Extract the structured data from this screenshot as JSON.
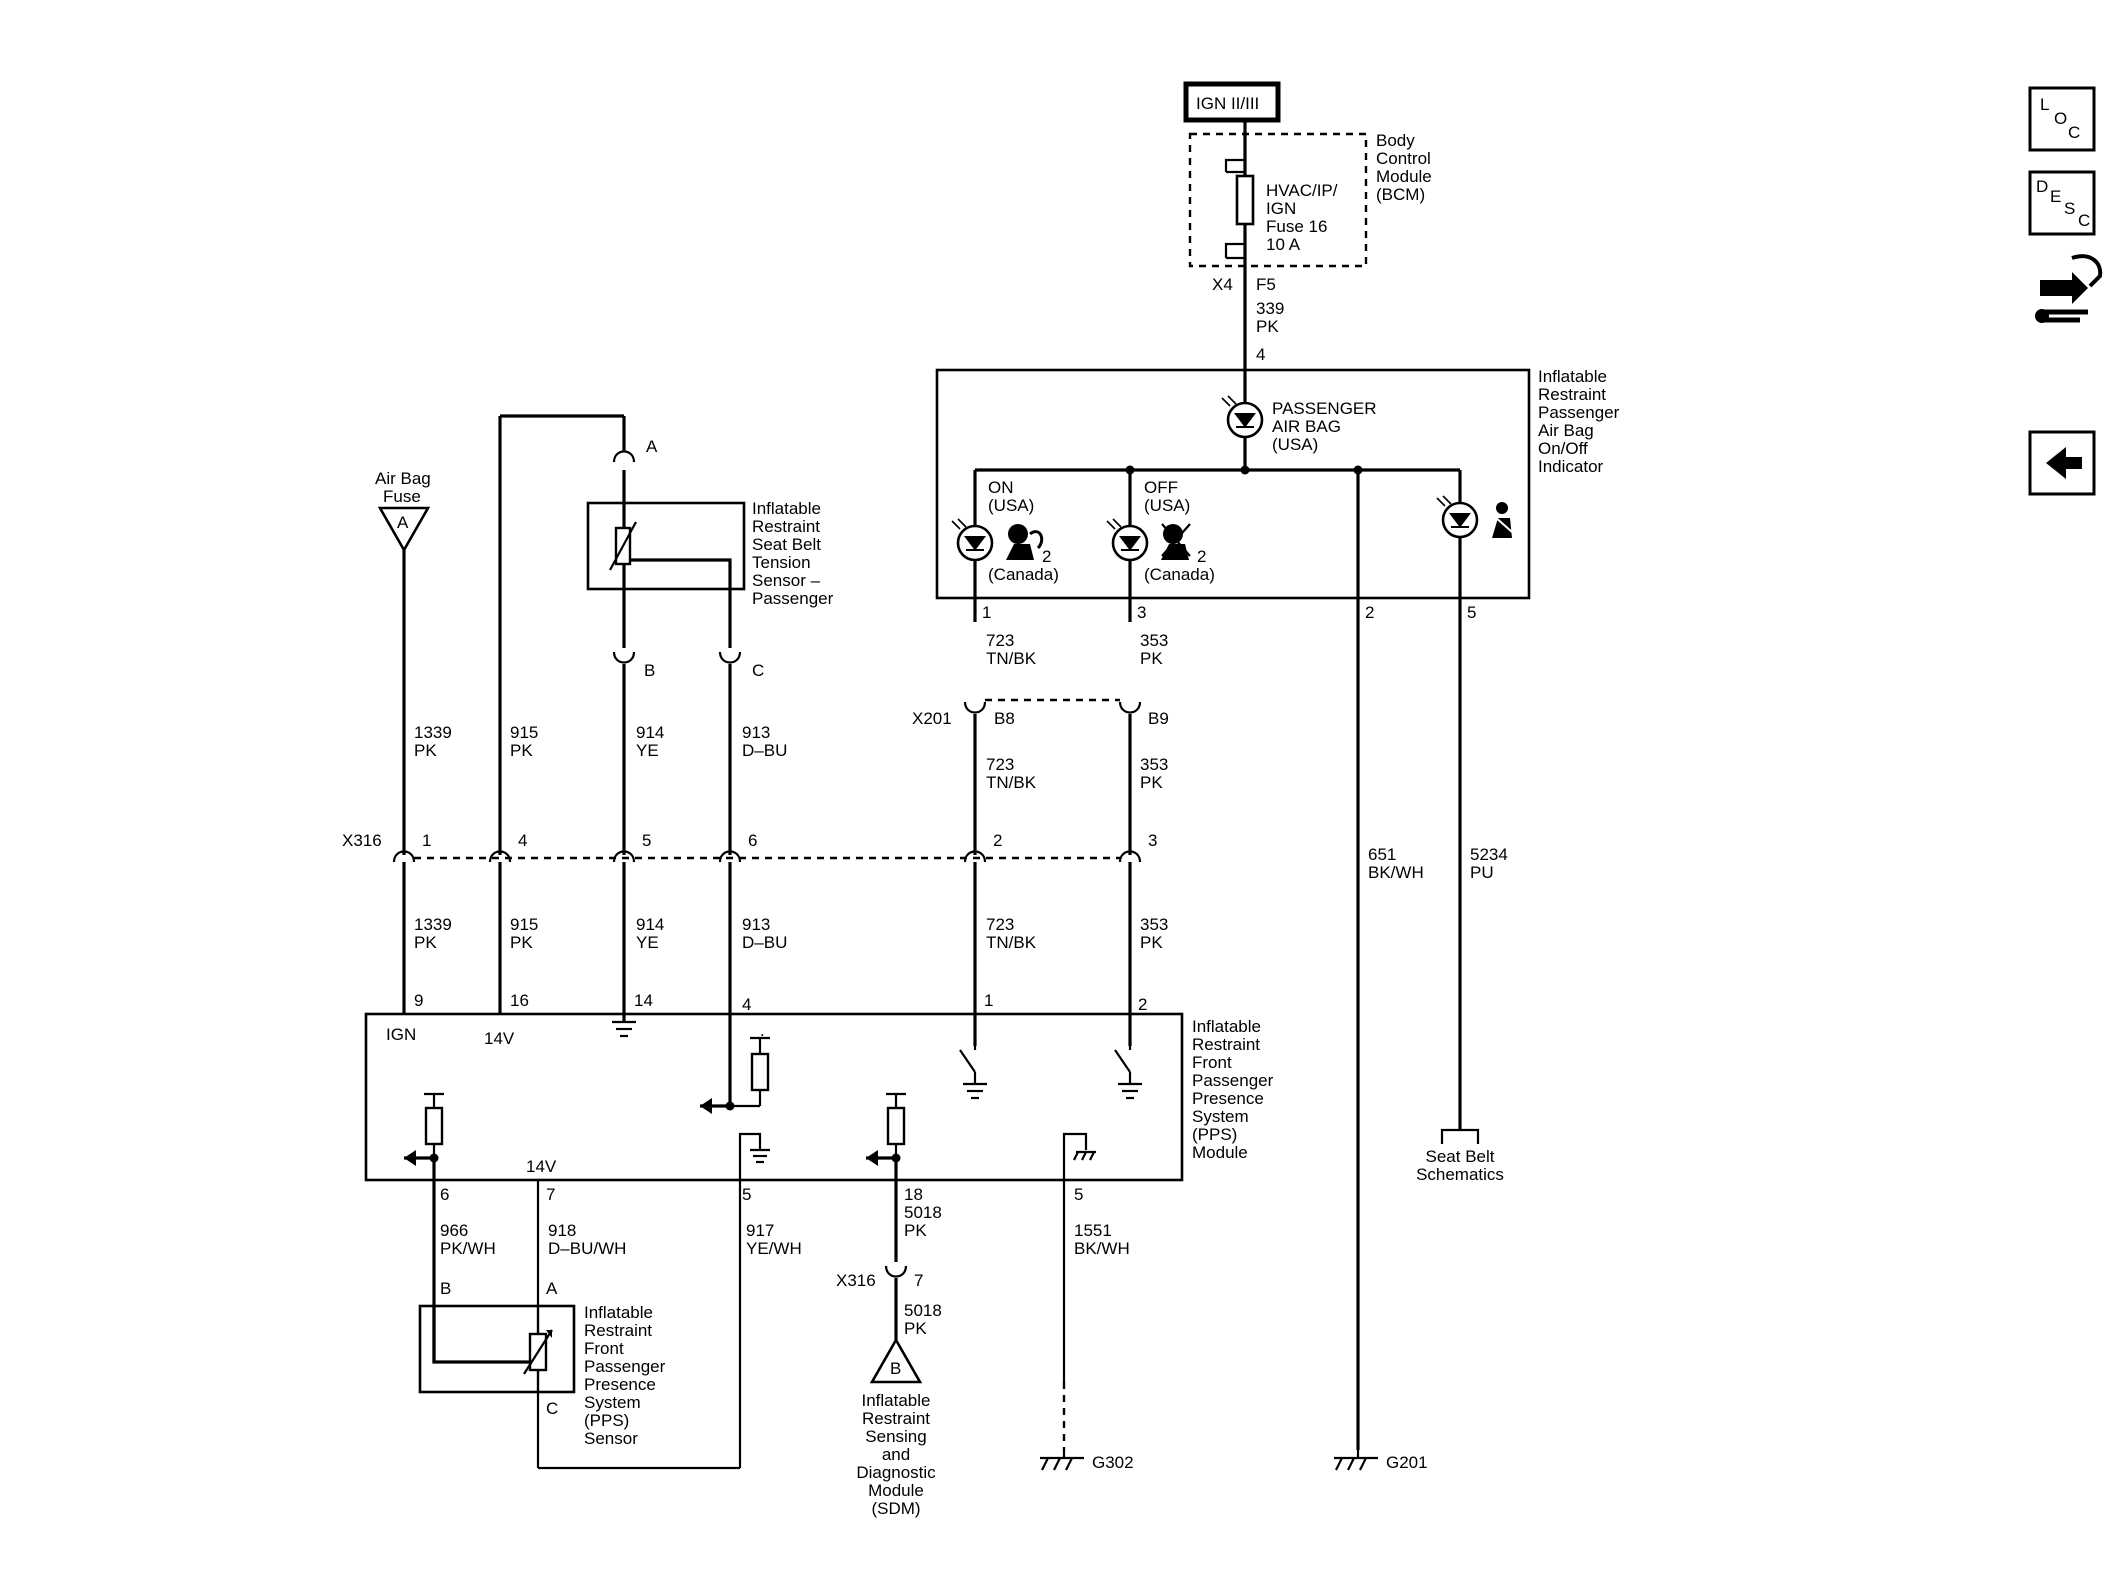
{
  "colors": {
    "line": "#000000",
    "background": "#ffffff"
  },
  "nav": {
    "loc": {
      "top": "L",
      "mid": "O",
      "bot": "C"
    },
    "desc": {
      "a": "D",
      "b": "E",
      "c": "S",
      "d": "C"
    }
  },
  "power": {
    "ign_label": "IGN II/III",
    "bcm_label": [
      "Body",
      "Control",
      "Module",
      "(BCM)"
    ],
    "fuse_label": [
      "HVAC/IP/",
      "IGN",
      "Fuse 16",
      "10 A"
    ],
    "bcm_connector": "X4",
    "bcm_pin": "F5",
    "wire_339": [
      "339",
      "PK"
    ],
    "indicator_pin_4": "4"
  },
  "indicator": {
    "title": [
      "Inflatable",
      "Restraint",
      "Passenger",
      "Air Bag",
      "On/Off",
      "Indicator"
    ],
    "passenger_airbag": [
      "PASSENGER",
      "AIR BAG",
      "(USA)"
    ],
    "on_label": [
      "ON",
      "(USA)"
    ],
    "off_label": [
      "OFF",
      "(USA)"
    ],
    "canada_on": "(Canada)",
    "canada_off": "(Canada)",
    "icon_sub": "2",
    "pins": [
      "1",
      "3",
      "2",
      "5"
    ]
  },
  "airbag_fuse": {
    "label": [
      "Air Bag",
      "Fuse"
    ],
    "letter": "A"
  },
  "tension_sensor": {
    "title": [
      "Inflatable",
      "Restraint",
      "Seat Belt",
      "Tension",
      "Sensor –",
      "Passenger"
    ],
    "pins": [
      "A",
      "B",
      "C"
    ]
  },
  "x201": {
    "connector": "X201",
    "pins": [
      "B8",
      "B9"
    ]
  },
  "x316_top": {
    "connector": "X316",
    "pins": [
      "1",
      "4",
      "5",
      "6",
      "2",
      "3"
    ]
  },
  "wires_upper": [
    [
      "1339",
      "PK"
    ],
    [
      "915",
      "PK"
    ],
    [
      "914",
      "YE"
    ],
    [
      "913",
      "D–BU"
    ],
    [
      "723",
      "TN/BK"
    ],
    [
      "353",
      "PK"
    ],
    [
      "723",
      "TN/BK"
    ],
    [
      "353",
      "PK"
    ]
  ],
  "wires_lower": [
    [
      "1339",
      "PK"
    ],
    [
      "915",
      "PK"
    ],
    [
      "914",
      "YE"
    ],
    [
      "913",
      "D–BU"
    ],
    [
      "723",
      "TN/BK"
    ],
    [
      "353",
      "PK"
    ]
  ],
  "right_wires": {
    "w651": [
      "651",
      "BK/WH"
    ],
    "w5234": [
      "5234",
      "PU"
    ]
  },
  "module": {
    "title": [
      "Inflatable",
      "Restraint",
      "Front",
      "Passenger",
      "Presence",
      "System",
      "(PPS)",
      "Module"
    ],
    "top_pins": [
      "9",
      "16",
      "14",
      "4",
      "1",
      "2"
    ],
    "ign": "IGN",
    "v14_top": "14V",
    "v14_bottom": "14V",
    "bottom_pins": [
      "6",
      "7",
      "5",
      "18",
      "5"
    ]
  },
  "wires_bottom": {
    "w966": [
      "966",
      "PK/WH"
    ],
    "w918": [
      "918",
      "D–BU/WH"
    ],
    "w917": [
      "917",
      "YE/WH"
    ],
    "w5018a": [
      "5018",
      "PK"
    ],
    "w5018b": [
      "5018",
      "PK"
    ],
    "w1551": [
      "1551",
      "BK/WH"
    ]
  },
  "pps_sensor": {
    "title": [
      "Inflatable",
      "Restraint",
      "Front",
      "Passenger",
      "Presence",
      "System",
      "(PPS)",
      "Sensor"
    ],
    "pins": [
      "B",
      "A",
      "C"
    ]
  },
  "x316_bottom": {
    "connector": "X316",
    "pin": "7"
  },
  "sdm": {
    "letter": "B",
    "label": [
      "Inflatable",
      "Restraint",
      "Sensing",
      "and",
      "Diagnostic",
      "Module",
      "(SDM)"
    ]
  },
  "grounds": {
    "g302": "G302",
    "g201": "G201"
  },
  "seatbelt": [
    "Seat Belt",
    "Schematics"
  ]
}
